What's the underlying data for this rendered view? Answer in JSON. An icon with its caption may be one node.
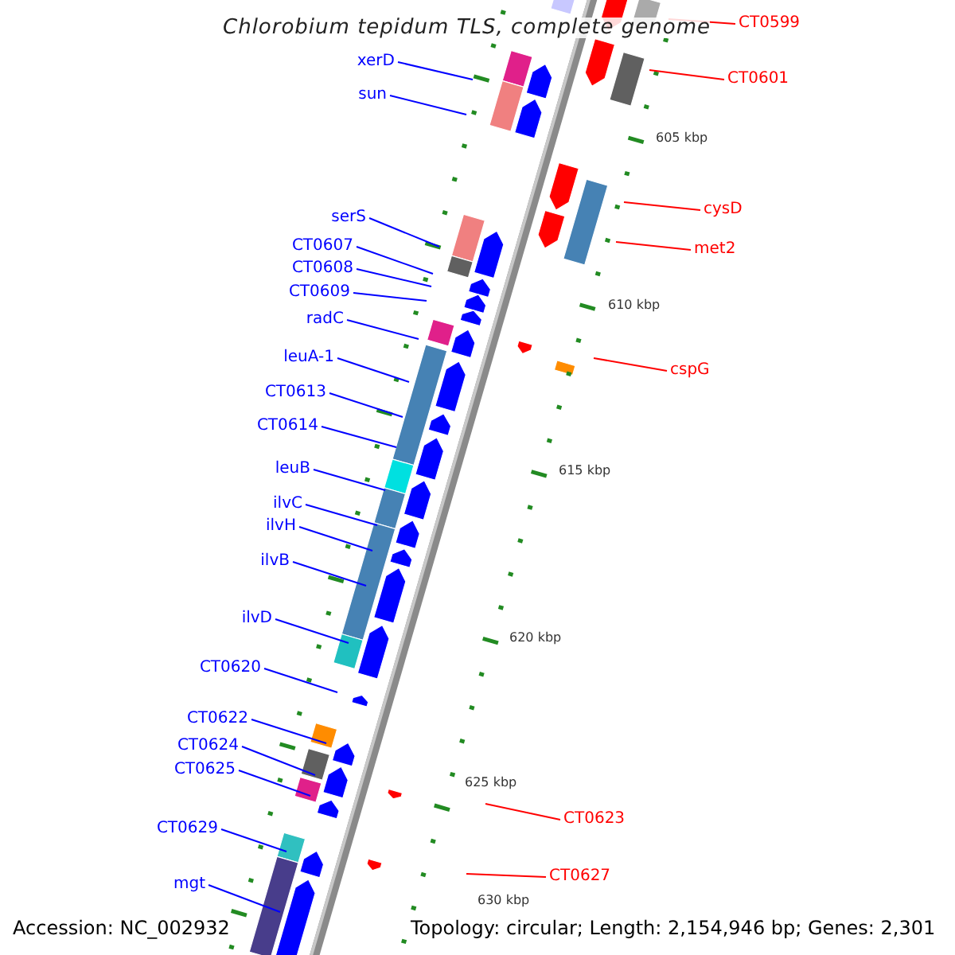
{
  "diagram": {
    "title": "Chlorobium tepidum TLS, complete genome",
    "nodes": [
      {
        "text": [
          "CT0599"
        ]
      },
      {
        "text": [
          "xerD"
        ]
      },
      {
        "text": [
          "CT0601"
        ]
      },
      {
        "text": [
          "sun"
        ]
      },
      {
        "text": [
          "cysD"
        ]
      },
      {
        "text": [
          "serS"
        ]
      },
      {
        "text": [
          "CT0607"
        ]
      },
      {
        "text": [
          "met2"
        ]
      },
      {
        "text": [
          "CT0608"
        ]
      },
      {
        "text": [
          "CT0609"
        ]
      },
      {
        "text": [
          "radC"
        ]
      },
      {
        "text": [
          "leuA-1"
        ]
      },
      {
        "text": [
          "cspG"
        ]
      },
      {
        "text": [
          "CT0613"
        ]
      },
      {
        "text": [
          "CT0614"
        ]
      },
      {
        "text": [
          "leuB"
        ]
      },
      {
        "text": [
          "ilvC"
        ]
      },
      {
        "text": [
          "ilvH"
        ]
      },
      {
        "text": [
          "ilvB"
        ]
      },
      {
        "text": [
          "ilvD"
        ]
      },
      {
        "text": [
          "CT0620"
        ]
      },
      {
        "text": [
          "CT0622"
        ]
      },
      {
        "text": [
          "CT0624"
        ]
      },
      {
        "text": [
          "CT0625"
        ]
      },
      {
        "text": [
          "CT0623"
        ]
      },
      {
        "text": [
          "CT0629"
        ]
      },
      {
        "text": [
          "CT0627"
        ]
      },
      {
        "text": [
          "mgt"
        ]
      }
    ],
    "edges": [
      {
        "from": 0,
        "to": null,
        "arrow": "none",
        "color": "#ff0000"
      },
      {
        "from": 1,
        "to": null,
        "arrow": "none"
      },
      {
        "from": 2,
        "to": null,
        "arrow": "none",
        "color": "#ff0000"
      },
      {
        "from": 3,
        "to": null,
        "arrow": "none"
      },
      {
        "from": 4,
        "to": null,
        "arrow": "none",
        "color": "#ff0000"
      },
      {
        "from": 5,
        "to": null,
        "arrow": "none"
      },
      {
        "from": 6,
        "to": null,
        "arrow": "none"
      },
      {
        "from": 7,
        "to": null,
        "arrow": "none",
        "color": "#ff0000"
      },
      {
        "from": 8,
        "to": null,
        "arrow": "none"
      },
      {
        "from": 9,
        "to": null,
        "arrow": "none"
      },
      {
        "from": 10,
        "to": null,
        "arrow": "none"
      },
      {
        "from": 11,
        "to": null,
        "arrow": "none"
      },
      {
        "from": 12,
        "to": null,
        "arrow": "none",
        "color": "#ff0000"
      },
      {
        "from": 13,
        "to": null,
        "arrow": "none"
      },
      {
        "from": 14,
        "to": null,
        "arrow": "none"
      },
      {
        "from": 15,
        "to": null,
        "arrow": "none"
      },
      {
        "from": 16,
        "to": null,
        "arrow": "none"
      },
      {
        "from": 17,
        "to": null,
        "arrow": "none"
      },
      {
        "from": 18,
        "to": null,
        "arrow": "none"
      },
      {
        "from": 19,
        "to": null,
        "arrow": "none"
      },
      {
        "from": 20,
        "to": null,
        "arrow": "none"
      },
      {
        "from": 21,
        "to": null,
        "arrow": "none"
      },
      {
        "from": 22,
        "to": null,
        "arrow": "none"
      },
      {
        "from": 23,
        "to": null,
        "arrow": "none"
      },
      {
        "from": 24,
        "to": null,
        "arrow": "none",
        "color": "#ff0000"
      },
      {
        "from": 25,
        "to": null,
        "arrow": "none"
      },
      {
        "from": 26,
        "to": null,
        "arrow": "none",
        "color": "#ff0000"
      },
      {
        "from": 27,
        "to": null,
        "arrow": "none"
      }
    ],
    "labels": [
      "605 kbp",
      "610 kbp",
      "615 kbp",
      "620 kbp",
      "625 kbp",
      "630 kbp",
      "Accession: NC_002932",
      "Topology: circular; Length: 2,154,946 bp; Genes: 2,301"
    ]
  }
}
